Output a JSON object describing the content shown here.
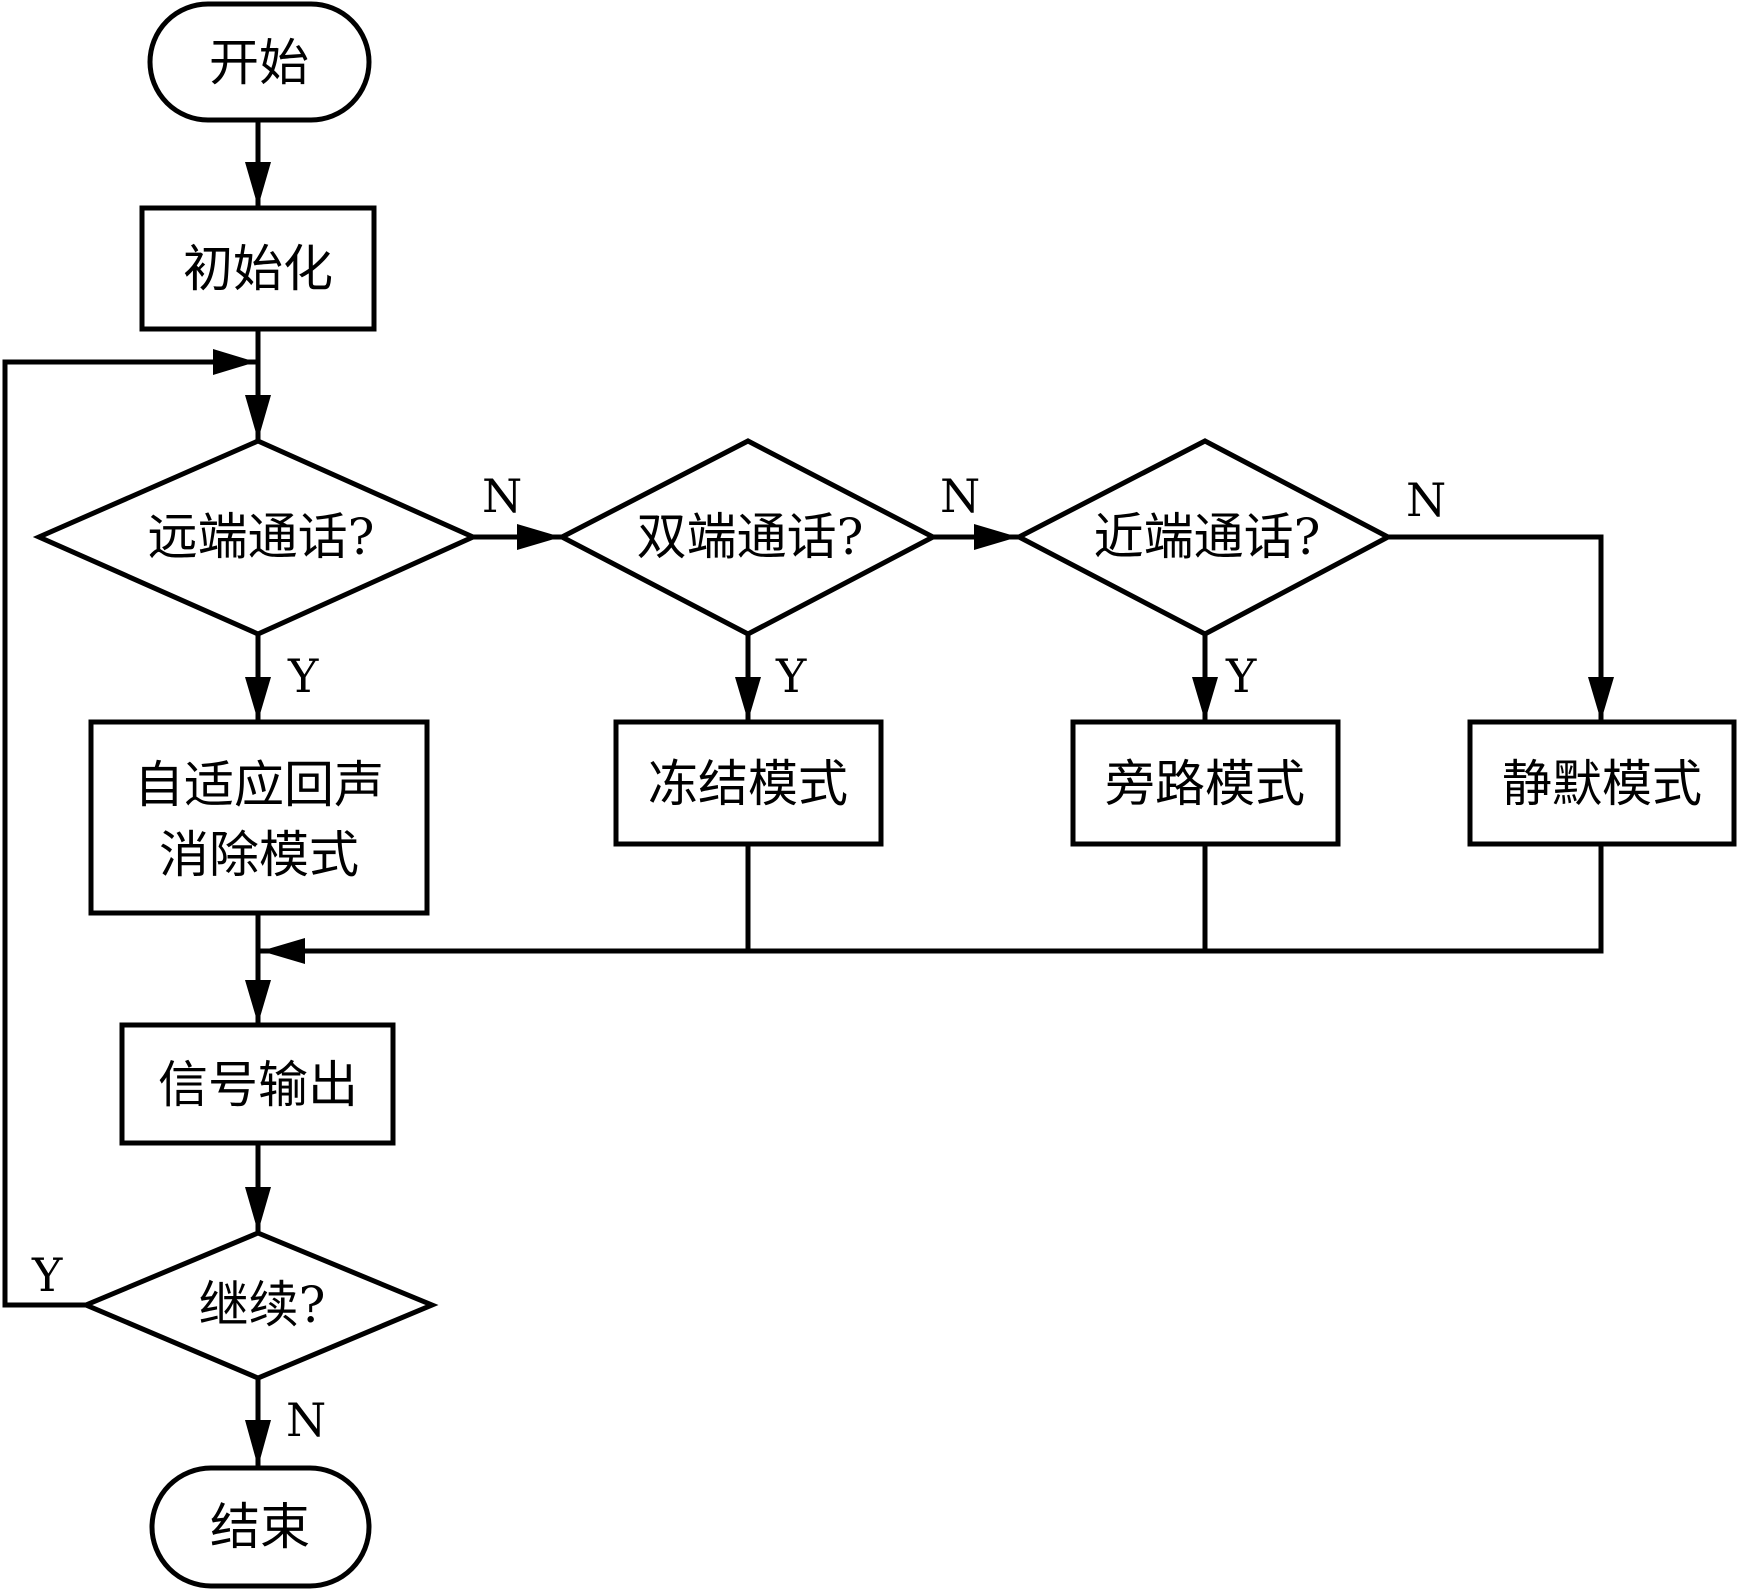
{
  "nodes": {
    "start": "开始",
    "init": "初始化",
    "far_end": "远端通话?",
    "double_end": "双端通话?",
    "near_end": "近端通话?",
    "aec_line1": "自适应回声",
    "aec_line2": "消除模式",
    "freeze": "冻结模式",
    "bypass": "旁路模式",
    "silence": "静默模式",
    "output": "信号输出",
    "continue": "继续?",
    "end": "结束"
  },
  "edge_labels": {
    "far_no": "N",
    "far_yes": "Y",
    "double_no": "N",
    "double_yes": "Y",
    "near_no": "N",
    "near_yes": "Y",
    "continue_yes": "Y",
    "continue_no": "N"
  }
}
